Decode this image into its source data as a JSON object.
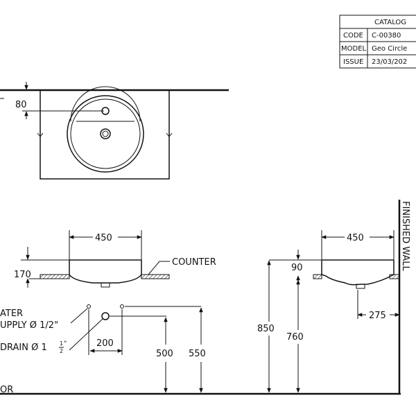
{
  "title_block": {
    "header": "CATALOG",
    "rows": [
      {
        "key": "CODE",
        "value": "C-00380"
      },
      {
        "key": "MODEL",
        "value": "Geo Circle"
      },
      {
        "key": "ISSUE",
        "value": "23/03/202"
      }
    ]
  },
  "plan_view": {
    "dim_faucet_offset": "80"
  },
  "front_view": {
    "dim_width": "450",
    "dim_height": "170",
    "counter_label": "COUNTER",
    "water_supply_label_1": "ATER",
    "water_supply_label_2": "UPPLY Ø 1/2\"",
    "drain_label": "DRAIN Ø 1",
    "drain_fraction_num": "1",
    "drain_fraction_den": "2",
    "drain_fraction_suffix": "\"",
    "dim_spacing": "200",
    "dim_drain_height": "500",
    "dim_supply_height": "550",
    "floor_label": "OR"
  },
  "side_view": {
    "dim_width": "450",
    "dim_counter_top": "90",
    "dim_wall_offset": "275",
    "dim_counter_height": "850",
    "dim_basin_height": "760",
    "wall_label": "FINISHED WALL"
  }
}
